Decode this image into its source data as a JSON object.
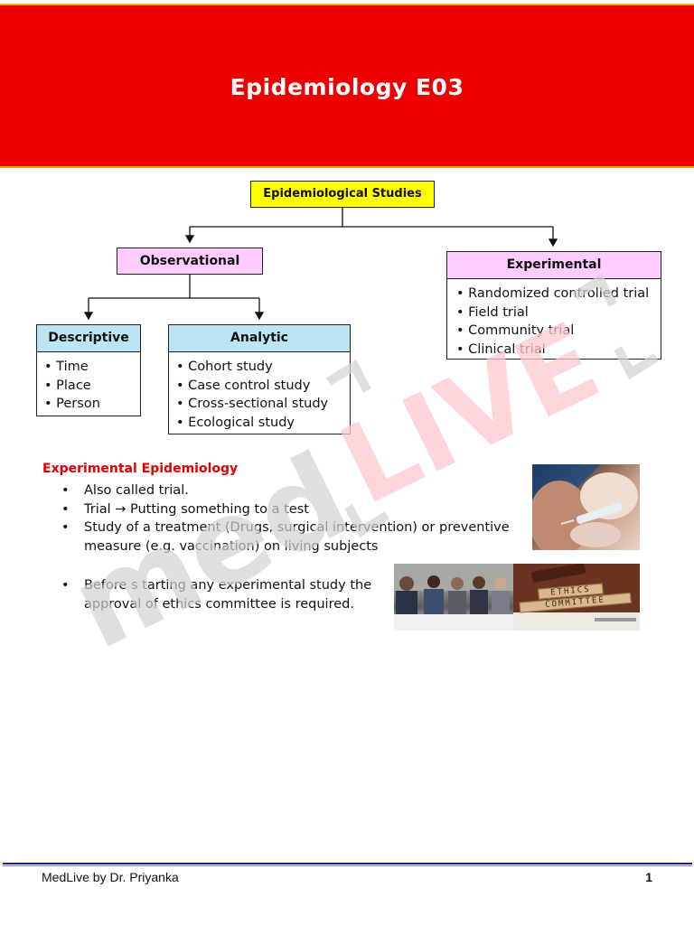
{
  "header": {
    "title": "Epidemiology E03",
    "banner_color": "#ee0000",
    "banner_border_color": "#f2a800"
  },
  "diagram": {
    "root": "Epidemiological Studies",
    "observational": {
      "label": "Observational",
      "descriptive": {
        "label": "Descriptive",
        "items": [
          "• Time",
          "• Place",
          "• Person"
        ]
      },
      "analytic": {
        "label": "Analytic",
        "items": [
          "• Cohort study",
          "• Case control study",
          "• Cross-sectional study",
          "• Ecological study"
        ]
      }
    },
    "experimental": {
      "label": "Experimental",
      "items": [
        "• Randomized controlled trial",
        "• Field trial",
        "• Community trial",
        "• Clinical trial"
      ]
    },
    "colors": {
      "root_fill": "#ffff00",
      "branch_fill": "#ffccff",
      "leaf_header_fill": "#bde4f2"
    }
  },
  "section": {
    "heading": "Experimental Epidemiology",
    "heading_color": "#e00000",
    "bullets": [
      "Also called trial.",
      "Trial → Putting something to a test",
      "Study of a treatment (Drugs, surgical intervention) or preventive measure (e.g. vaccination) on living subjects"
    ],
    "bullets_2": [
      "Before s tarting any experimental study the approval of ethics committee is required."
    ]
  },
  "images": {
    "vaccine_photo": "vaccination-photo",
    "meeting_photo": "committee-meeting-photo",
    "ethics_sign": {
      "line1": "ETHICS",
      "line2": "COMMITTEE"
    }
  },
  "watermark": {
    "text_med": "med",
    "text_live": "LIVE",
    "color_grey": "#d2d2d2",
    "color_pink": "#ffc7d0"
  },
  "footer": {
    "left": "MedLive by Dr. Priyanka",
    "page_number": "1",
    "rule_color": "#1a1aa0"
  }
}
